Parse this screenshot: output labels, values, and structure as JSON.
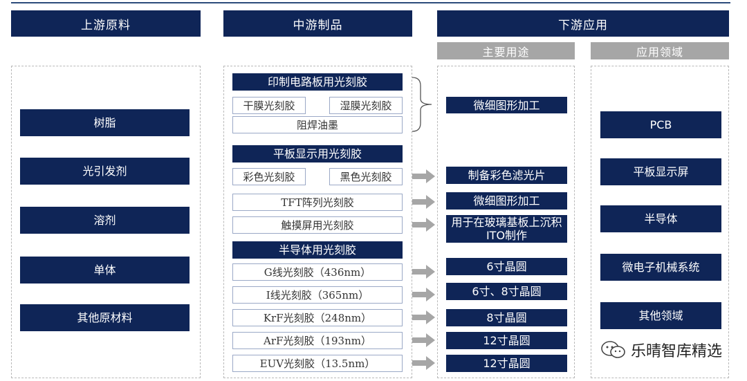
{
  "headers": {
    "upstream": "上游原料",
    "midstream": "中游制品",
    "downstream": "下游应用",
    "main_use": "主要用途",
    "app_field": "应用领域"
  },
  "upstream_items": [
    "树脂",
    "光引发剂",
    "溶剂",
    "单体",
    "其他原材料"
  ],
  "midstream": {
    "pcb": {
      "title": "印制电路板用光刻胶",
      "items": [
        "干膜光刻胶",
        "湿膜光刻胶",
        "阻焊油墨"
      ]
    },
    "flat": {
      "title": "平板显示用光刻胶",
      "items": [
        "彩色光刻胶",
        "黑色光刻胶",
        "TFT阵列光刻胶",
        "触摸屏用光刻胶"
      ]
    },
    "semi": {
      "title": "半导体用光刻胶",
      "items": [
        "G线光刻胶（436nm）",
        "I线光刻胶（365nm）",
        "KrF光刻胶（248nm）",
        "ArF光刻胶（193nm）",
        "EUV光刻胶（13.5nm）"
      ]
    }
  },
  "main_uses": [
    "微细图形加工",
    "制备彩色滤光片",
    "微细图形加工",
    "用于在玻璃基板上沉积ITO制作",
    "6寸晶圆",
    "6寸、8寸晶圆",
    "8寸晶圆",
    "12寸晶圆",
    "12寸晶圆"
  ],
  "app_fields": [
    "PCB",
    "平板显示屏",
    "半导体",
    "微电子机械系统",
    "其他领域"
  ],
  "watermark": "乐晴智库精选",
  "colors": {
    "navy": "#0f2557",
    "gray": "#a6a6a6",
    "arrow": "#a6a6a6"
  }
}
